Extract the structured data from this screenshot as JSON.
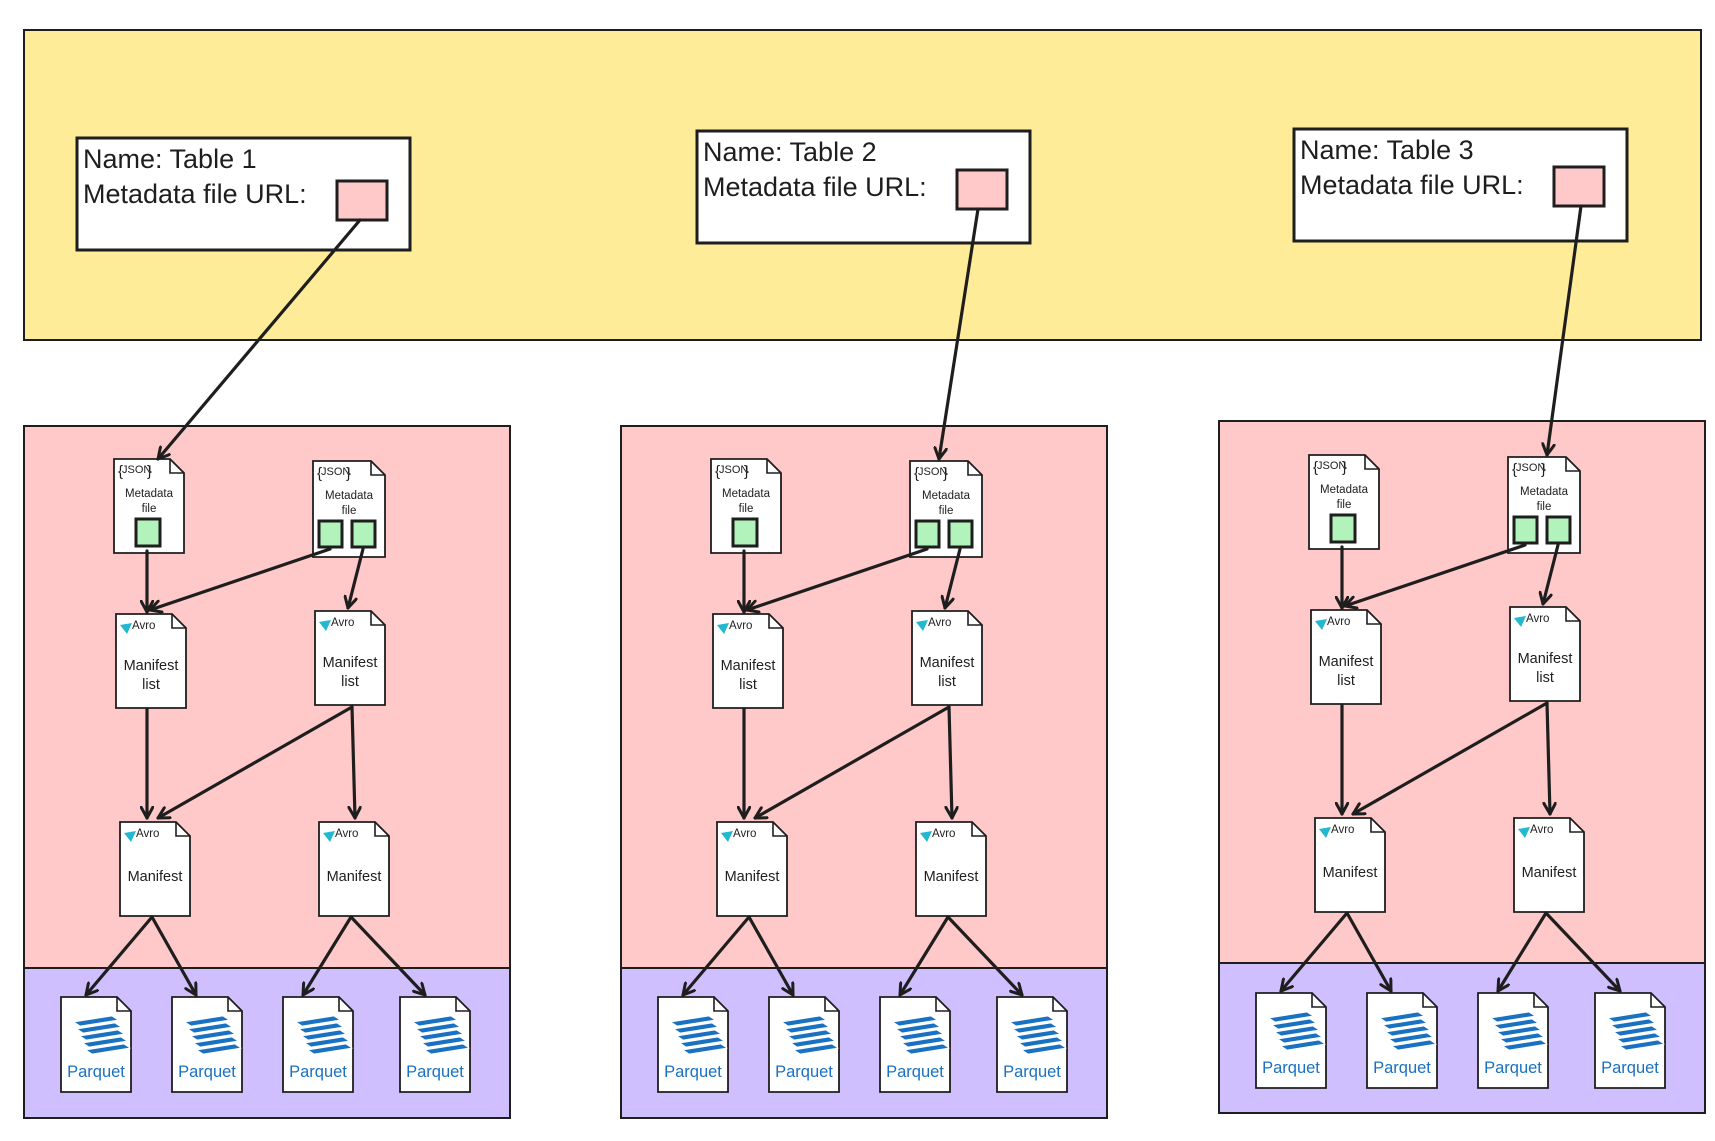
{
  "colors": {
    "catalog_fill": "#ffec99",
    "metadata_layer_fill": "#ffc9c9",
    "data_layer_fill": "#d0bfff",
    "url_box_fill": "#ffc9c9",
    "pointer_box_fill": "#b2f2bb",
    "stroke": "#1e1e1e",
    "parquet_blue": "#1971c2",
    "avro_teal": "#22b8cf"
  },
  "icon_names": {
    "json": "json-file-icon",
    "avro": "avro-file-icon",
    "parquet": "parquet-file-icon"
  },
  "file_labels": {
    "json_tag": "JSON",
    "metadata_line1": "Metadata",
    "metadata_line2": "file",
    "avro_tag": "Avro",
    "manifest_list_line1": "Manifest",
    "manifest_list_line2": "list",
    "manifest": "Manifest",
    "parquet": "Parquet"
  },
  "catalog": {
    "tables": [
      {
        "name_text": "Name: Table 1",
        "url_label": "Metadata file URL:"
      },
      {
        "name_text": "Name: Table 2",
        "url_label": "Metadata file URL:"
      },
      {
        "name_text": "Name: Table 3",
        "url_label": "Metadata file URL:"
      }
    ]
  }
}
